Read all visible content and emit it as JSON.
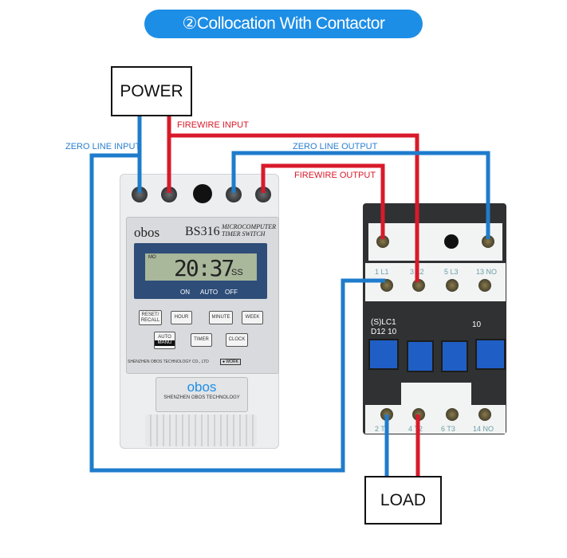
{
  "title": "②Collocation With Contactor",
  "colors": {
    "title_bg": "#1d8ee6",
    "zero_line": "#1f7ccc",
    "fire_wire": "#d81a2a"
  },
  "boxes": {
    "power": "POWER",
    "load": "LOAD"
  },
  "wire_labels": {
    "zero_line_input": "ZERO LINE INPUT",
    "firewire_input": "FIREWIRE INPUT",
    "zero_line_output": "ZERO LINE OUTPUT",
    "firewire_output": "FIREWIRE OUTPUT"
  },
  "timer": {
    "brand": "obos",
    "model": "BS316",
    "subtitle_1": "MICROCOMPUTER",
    "subtitle_2": "TIMER SWITCH",
    "lcd_day": "MO",
    "lcd_time": "20:37",
    "lcd_sec": "SS",
    "modes": [
      "ON",
      "AUTO",
      "OFF"
    ],
    "buttons": {
      "reset": "RESET/ RECALL",
      "hour": "HOUR",
      "minute": "MINUTE",
      "week": "WEEK",
      "auto": "AUTO",
      "manu": "MANU",
      "timer": "TIMER",
      "clock": "CLOCK"
    },
    "manufacturer": "SHENZHEN OBOS TECHNOLOGY CO., LTD",
    "work": "● WORK",
    "plate_brand": "obos",
    "plate_text": "SHENZHEN OBOS TECHNOLOGY"
  },
  "contactor": {
    "top_labels": [
      "1 L1",
      "3 L2",
      "5 L3",
      "13 NO"
    ],
    "bottom_labels": [
      "2 T1",
      "4 T2",
      "6 T3",
      "14 NO"
    ],
    "model_1": "(S)LC1",
    "model_2": "D12 10",
    "side": "10"
  }
}
